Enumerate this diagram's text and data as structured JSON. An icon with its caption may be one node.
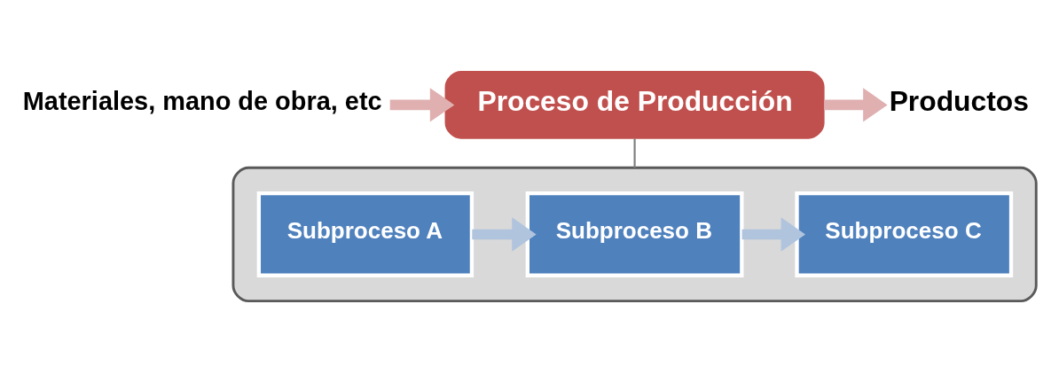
{
  "diagram": {
    "nodes": [
      {
        "text": [
          "Materiales, mano de obra, etc"
        ]
      },
      {
        "text": [
          "Proceso de Producción"
        ]
      },
      {
        "text": [
          "Productos"
        ]
      },
      {
        "text": [],
        "shape": "box"
      },
      {
        "text": [
          "Subproceso A"
        ],
        "in": 3
      },
      {
        "text": [
          "Subproceso B"
        ],
        "in": 3
      },
      {
        "text": [
          "Subproceso C"
        ],
        "in": 3
      }
    ],
    "edges": [
      {
        "from": 0,
        "to": 1,
        "arrow": "to",
        "color": "#e0b0b0"
      },
      {
        "from": 1,
        "to": 2,
        "arrow": "to",
        "color": "#e0b0b0"
      },
      {
        "from": 1,
        "to": 3,
        "arrow": "none",
        "color": "#7f7f7f"
      },
      {
        "from": 4,
        "to": 5,
        "arrow": "to",
        "color": "#b0c4de"
      },
      {
        "from": 5,
        "to": 6,
        "arrow": "to",
        "color": "#b0c4de"
      }
    ]
  }
}
